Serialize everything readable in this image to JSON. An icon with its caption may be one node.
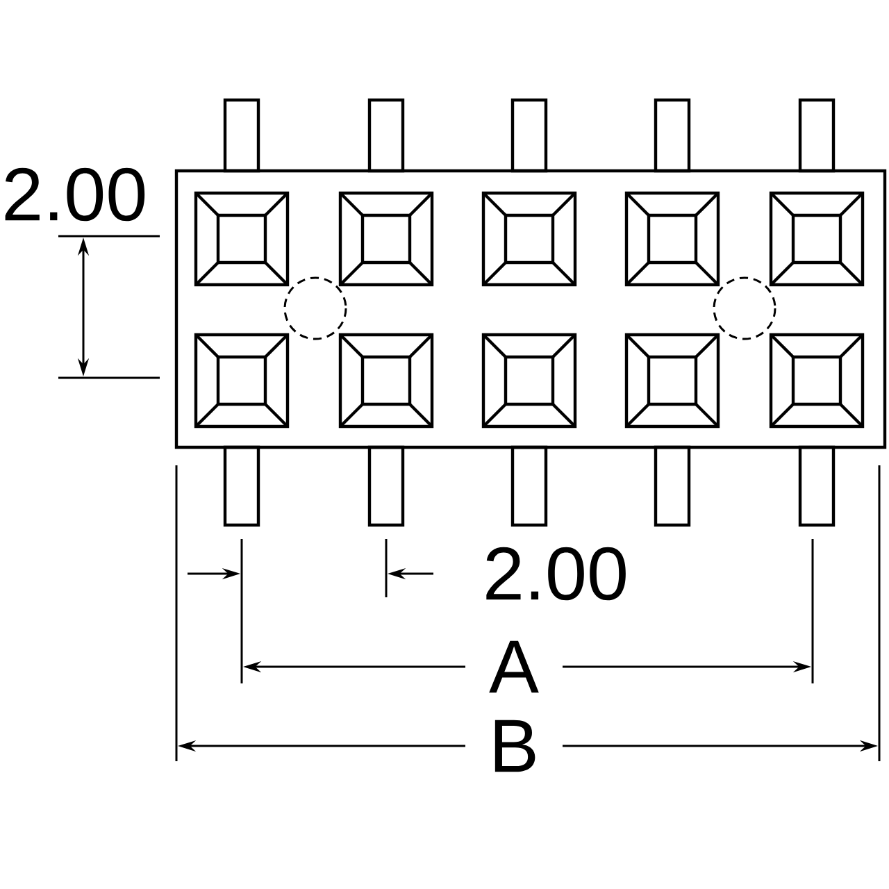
{
  "diagram": {
    "labels": [
      "2.00",
      "2.00",
      "A",
      "B"
    ]
  }
}
